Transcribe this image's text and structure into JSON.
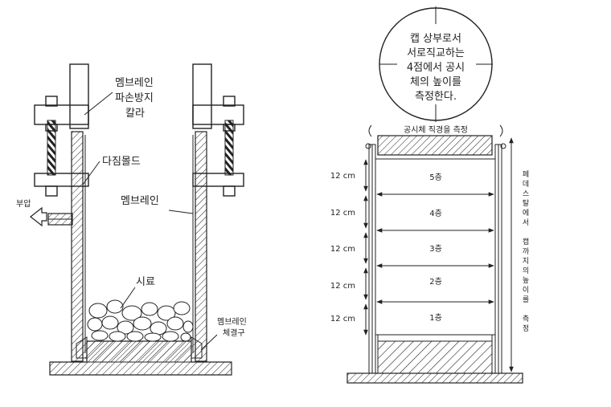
{
  "left": {
    "labels": {
      "collar": [
        "멤브레인",
        "파손방지",
        "칼라"
      ],
      "mold": "다짐몰드",
      "membrane": "멤브레인",
      "pressure": "부압",
      "sample": "시료",
      "clamp": [
        "멤브레인",
        "체결구"
      ]
    }
  },
  "right": {
    "note": [
      "캡 상부로서",
      "서로직교하는",
      "4점에서 공시",
      "체의 높이를",
      "측정한다."
    ],
    "diameter_label": "공시체 직경을 측정",
    "layer_height": "12 cm",
    "layers": [
      "5층",
      "4층",
      "3층",
      "2층",
      "1층"
    ],
    "pedestal_note": [
      "페",
      "데",
      "스",
      "탈",
      "에",
      "서",
      "",
      "캡",
      "까",
      "지",
      "의",
      "높",
      "이",
      "를",
      "",
      "측",
      "정"
    ]
  },
  "colors": {
    "line": "#222222",
    "background": "#ffffff"
  }
}
